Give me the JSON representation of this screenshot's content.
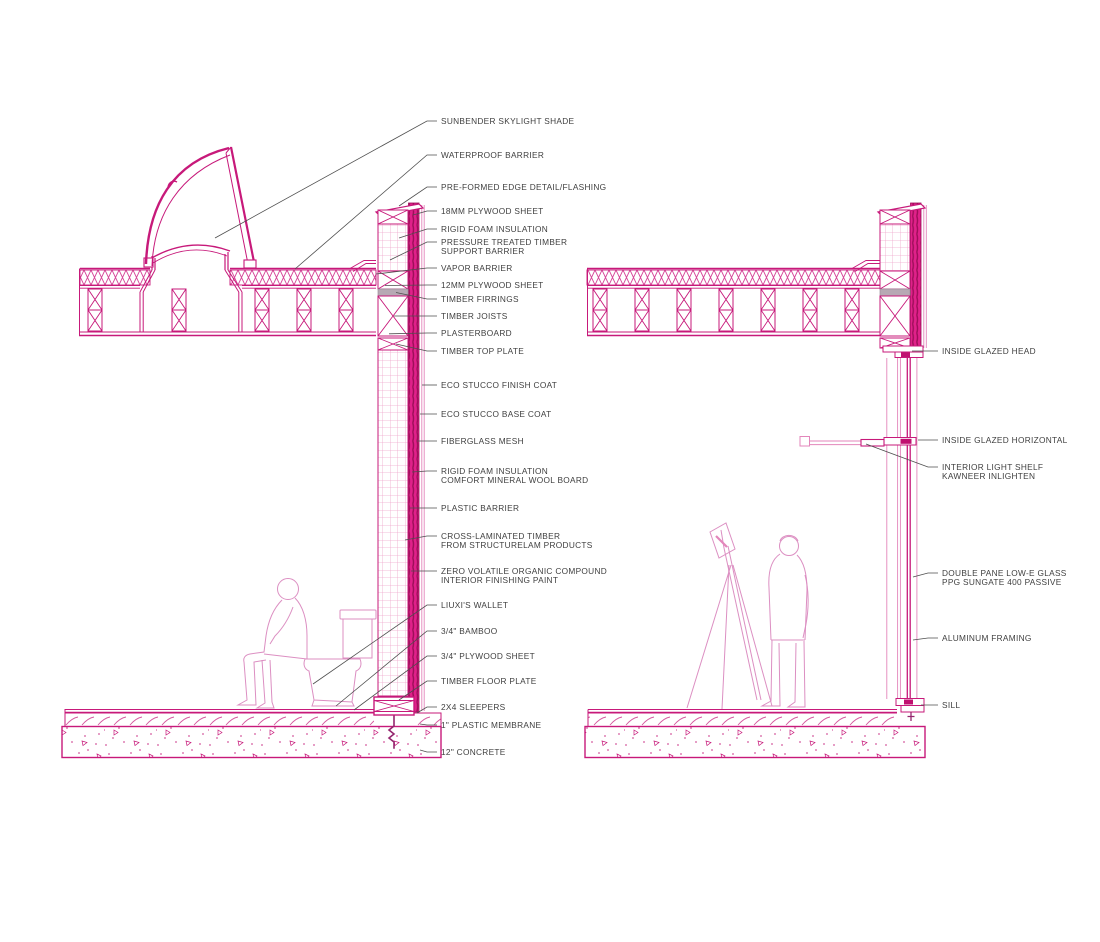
{
  "drawing": {
    "title": "wall-section-construction-details",
    "colors": {
      "line_magenta": "#C7197A",
      "line_light_pink": "#E386BB",
      "band_fill": "#E0218A",
      "band_dark": "#9C0E58",
      "leader_gray": "#4E4E4E",
      "text_gray": "#3F3F3F"
    },
    "left_callouts": [
      {
        "label": "SUNBENDER SKYLIGHT SHADE"
      },
      {
        "label": "WATERPROOF BARRIER"
      },
      {
        "label": "PRE-FORMED EDGE DETAIL/FLASHING"
      },
      {
        "label": "18MM PLYWOOD SHEET"
      },
      {
        "label": "RIGID FOAM INSULATION"
      },
      {
        "label": "PRESSURE TREATED TIMBER\nSUPPORT BARRIER"
      },
      {
        "label": "VAPOR BARRIER"
      },
      {
        "label": "12MM PLYWOOD SHEET"
      },
      {
        "label": "TIMBER FIRRINGS"
      },
      {
        "label": "TIMBER JOISTS"
      },
      {
        "label": "PLASTERBOARD"
      },
      {
        "label": "TIMBER TOP PLATE"
      },
      {
        "label": "ECO STUCCO FINISH COAT"
      },
      {
        "label": "ECO STUCCO BASE COAT"
      },
      {
        "label": "FIBERGLASS MESH"
      },
      {
        "label": "RIGID FOAM INSULATION\nCOMFORT MINERAL WOOL BOARD"
      },
      {
        "label": "PLASTIC BARRIER"
      },
      {
        "label": "CROSS-LAMINATED TIMBER\nFROM STRUCTURELAM PRODUCTS"
      },
      {
        "label": "ZERO VOLATILE ORGANIC COMPOUND\nINTERIOR FINISHING PAINT"
      },
      {
        "label": "LIUXI'S WALLET"
      },
      {
        "label": "3/4\" BAMBOO"
      },
      {
        "label": "3/4\" PLYWOOD SHEET"
      },
      {
        "label": "TIMBER FLOOR PLATE"
      },
      {
        "label": "2X4 SLEEPERS"
      },
      {
        "label": "1\" PLASTIC MEMBRANE"
      },
      {
        "label": "12\" CONCRETE"
      }
    ],
    "right_callouts": [
      {
        "label": "INSIDE GLAZED HEAD"
      },
      {
        "label": "INSIDE GLAZED HORIZONTAL"
      },
      {
        "label": "INTERIOR LIGHT SHELF\nKAWNEER INLIGHTEN"
      },
      {
        "label": "DOUBLE PANE LOW-E GLASS\nPPG SUNGATE 400 PASSIVE"
      },
      {
        "label": "ALUMINUM FRAMING"
      },
      {
        "label": "SILL"
      }
    ]
  }
}
